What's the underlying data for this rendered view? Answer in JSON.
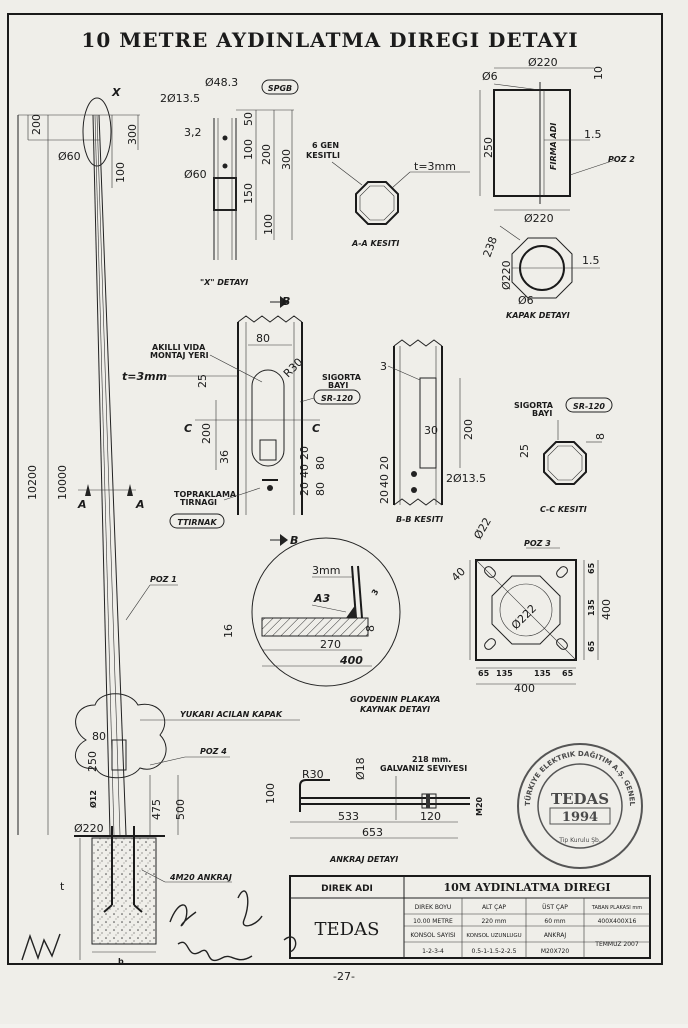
{
  "title": "10 METRE AYDINLATMA DIREGI DETAYI",
  "page_number": "-27-",
  "pole": {
    "marker_x": "X",
    "top_dim_200": "200",
    "top_dim_300": "300",
    "top_dim_100": "100",
    "dia_top": "Ø60",
    "len_10200": "10200",
    "len_10000": "10000",
    "section_a_left": "A",
    "section_a_right": "A",
    "poz1": "POZ 1",
    "cover_label": "YUKARI ACILAN KAPAK",
    "poz4": "POZ 4",
    "dim_80": "80",
    "dim_250": "250",
    "dim_475": "475",
    "dim_500": "500",
    "dim_phi12": "Ø12",
    "dia_bottom": "Ø220",
    "anchor_label": "4M20 ANKRAJ",
    "foundation_t": "t",
    "foundation_b": "b"
  },
  "detail_x": {
    "holes": "2Ø13.5",
    "dia483": "Ø48.3",
    "spgb": "SPGB",
    "d32": "3,2",
    "d50": "50",
    "d100a": "100",
    "d200": "200",
    "d300": "300",
    "dia60": "Ø60",
    "d150": "150",
    "d100b": "100",
    "caption": "\"X\" DETAYI"
  },
  "section_aa": {
    "label1": "6 GEN",
    "label2": "KESITLI",
    "thickness": "t=3mm",
    "caption": "A-A KESITI"
  },
  "cap_top": {
    "dia220_top": "Ø220",
    "d10": "10",
    "phi6": "Ø6",
    "d250": "250",
    "brand": "FIRMA ADI",
    "d15": "1.5",
    "poz2": "POZ 2",
    "dia220_bot": "Ø220"
  },
  "cap_detail": {
    "d238": "238",
    "dia220": "Ø220",
    "d15": "1.5",
    "phi6": "Ø6",
    "caption": "KAPAK DETAYI"
  },
  "fuse_elev": {
    "b_top": "B",
    "b_bot": "B",
    "d80": "80",
    "vida1": "AKILLI VIDA",
    "vida2": "MONTAJ YERI",
    "r30": "R30",
    "sig1": "SIGORTA",
    "sig2": "BAYI",
    "sr120": "SR-120",
    "t3": "t=3mm",
    "d25": "25",
    "c_left": "C",
    "c_right": "C",
    "d200": "200",
    "d36": "36",
    "d20a": "20",
    "d40": "40",
    "d80b": "80",
    "d20b": "20",
    "d80c": "80",
    "top1": "TOPRAKLAMA",
    "top2": "TIRNAGI",
    "ttirnak": "TTIRNAK"
  },
  "section_bb": {
    "d3": "3",
    "d30": "30",
    "d200": "200",
    "d20a": "20",
    "d40": "40",
    "d20b": "20",
    "holes": "2Ø13.5",
    "caption": "B-B KESITI"
  },
  "section_cc": {
    "sig1": "SIGORTA",
    "sig2": "BAYI",
    "sr120": "SR-120",
    "d25": "25",
    "d8": "8",
    "caption": "C-C KESITI"
  },
  "weld": {
    "d3mm": "3mm",
    "a3": "A3",
    "d3": "3",
    "d16": "16",
    "d88": "8",
    "d270": "270",
    "d400": "400",
    "caption1": "GOVDENIN PLAKAYA",
    "caption2": "KAYNAK DETAYI"
  },
  "base_plate": {
    "d22": "Ø22",
    "poz3": "POZ 3",
    "d40": "40",
    "d222": "Ø222",
    "d65a": "65",
    "d135a": "135",
    "d65b": "65",
    "d400r": "400",
    "b65a": "65",
    "b135a": "135",
    "b135b": "135",
    "b65b": "65",
    "d400b": "400"
  },
  "anchor": {
    "d100": "100",
    "r30": "R30",
    "d18": "Ø18",
    "galv1": "218 mm.",
    "galv2": "GALVANIZ SEVIYESI",
    "m20": "M20",
    "d533": "533",
    "d120": "120",
    "d653": "653",
    "caption": "ANKRAJ DETAYI"
  },
  "stamp": {
    "ring": "TÜRKIYE ELEKTRIK DAĞITIM A.Ş. GENEL MÜDÜRLÜĞÜ",
    "name": "TEDAS",
    "year": "1994",
    "dept": "Tip Kurulu Şb."
  },
  "title_block": {
    "label": "DIREK ADI",
    "name": "10M AYDINLATMA DIREGI",
    "company": "TEDAS",
    "h_boy": "DIREK BOYU",
    "h_alt": "ALT ÇAP",
    "h_ust": "ÜST ÇAP",
    "h_taban": "TABAN PLAKASI mm",
    "v_boy": "10.00 METRE",
    "v_alt": "220 mm",
    "v_ust": "60 mm",
    "v_taban": "400X400X16",
    "h_konsol": "KONSOL SAYISI",
    "h_uzun": "KONSOL UZUNLUGU",
    "h_ankraj": "ANKRAJ",
    "date": "TEMMUZ 2007",
    "v_konsol": "1-2-3-4",
    "v_uzun": "0.5-1-1.5-2-2.5",
    "v_ankraj": "M20X720"
  }
}
